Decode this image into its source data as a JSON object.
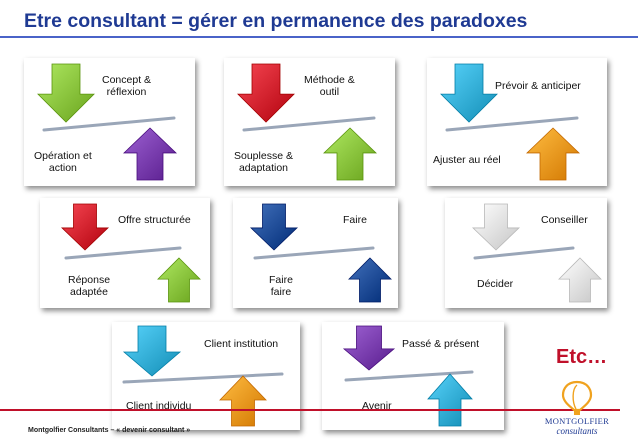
{
  "title": "Etre consultant = gérer en permanence des paradoxes",
  "panels": [
    {
      "top": "Concept &\nréflexion",
      "bottom": "Opération et\naction",
      "down_color": "#8cc63f",
      "up_color": "#7b3fb0"
    },
    {
      "top": "Méthode &\noutil",
      "bottom": "Souplesse &\nadaptation",
      "down_color": "#d42430",
      "up_color": "#8cc63f"
    },
    {
      "top": "Prévoir & anticiper",
      "bottom": "Ajuster au réel",
      "down_color": "#35b0d8",
      "up_color": "#f59a1f"
    },
    {
      "top": "Offre structurée",
      "bottom": "Réponse\nadaptée",
      "down_color": "#d42430",
      "up_color": "#8cc63f"
    },
    {
      "top": "Faire",
      "bottom": "Faire\nfaire",
      "down_color": "#1f4e99",
      "up_color": "#1f4e99"
    },
    {
      "top": "Conseiller",
      "bottom": "Décider",
      "down_color": "#e8e8e8",
      "up_color": "#e8e8e8"
    },
    {
      "top": "Client institution",
      "bottom": "Client individu",
      "down_color": "#35b0d8",
      "up_color": "#f59a1f"
    },
    {
      "top": "Passé & présent",
      "bottom": "Avenir",
      "down_color": "#7b3fb0",
      "up_color": "#35b0d8"
    }
  ],
  "etc": "Etc…",
  "footer": "Montgolfier Consultants – « devenir consultant »",
  "logo": {
    "name": "MONTGOLFIER",
    "sub": "consultants",
    "icon": "hot-air-balloon-icon"
  }
}
